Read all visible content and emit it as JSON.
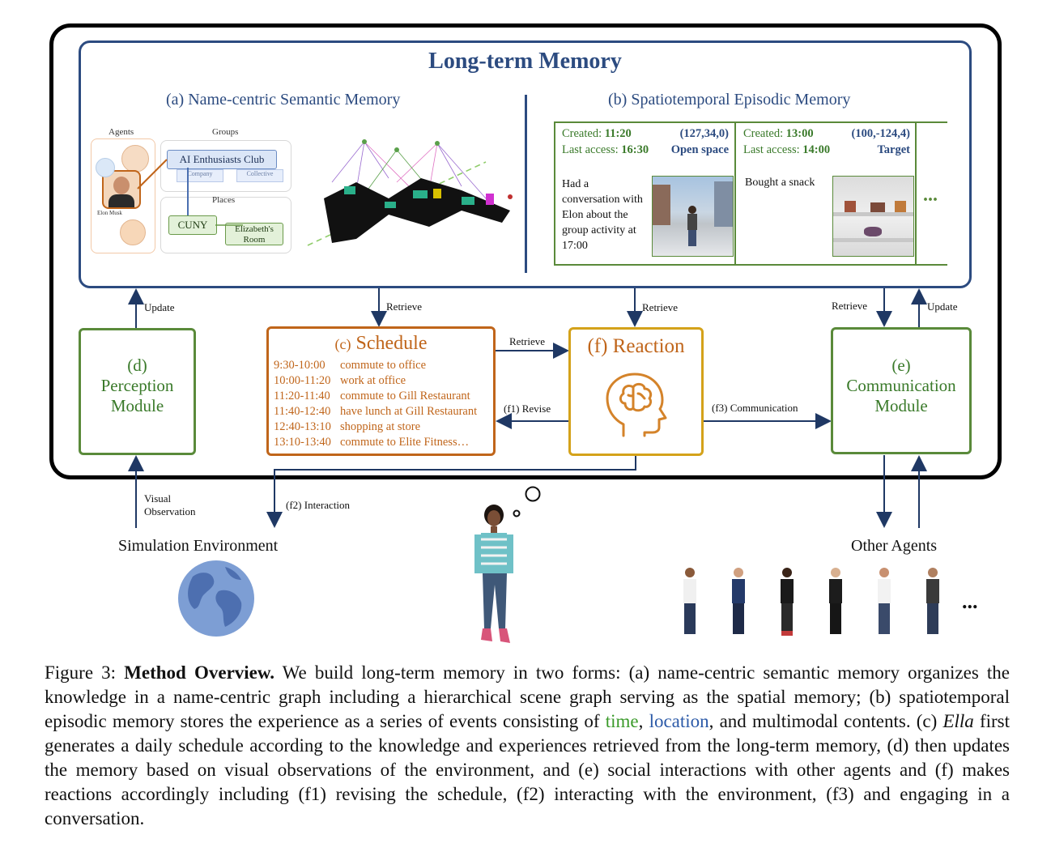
{
  "long_term_memory": {
    "title": "Long-term Memory",
    "semantic": {
      "heading": "(a) Name-centric Semantic Memory",
      "graph": {
        "agents_label": "Agents",
        "groups_label": "Groups",
        "places_label": "Places",
        "person_label": "Elon Musk",
        "club": "AI Enthusiasts Club",
        "company": "Company",
        "collective": "Collective",
        "cuny": "CUNY",
        "room": "Elizabeth's Room"
      }
    },
    "episodic": {
      "heading": "(b) Spatiotemporal Episodic Memory",
      "events": [
        {
          "created_label": "Created:",
          "created": "11:20",
          "access_label": "Last access:",
          "access": "16:30",
          "location": "(127,34,0)",
          "place": "Open space",
          "content": "Had a conversation with Elon about the group activity at 17:00"
        },
        {
          "created_label": "Created:",
          "created": "13:00",
          "access_label": "Last access:",
          "access": "14:00",
          "location": "(100,-124,4)",
          "place": "Target",
          "content": "Bought a snack"
        }
      ],
      "more": "..."
    }
  },
  "modules": {
    "perception": {
      "letter": "(d)",
      "line1": "Perception",
      "line2": "Module"
    },
    "communication": {
      "letter": "(e)",
      "line1": "Communication",
      "line2": "Module"
    },
    "reaction": {
      "title": "(f) Reaction"
    },
    "schedule": {
      "title_prefix": "(c)",
      "title": "Schedule",
      "items": [
        {
          "time": "9:30-10:00",
          "activity": "commute to office"
        },
        {
          "time": "10:00-11:20",
          "activity": "work at office"
        },
        {
          "time": "11:20-11:40",
          "activity": "commute to Gill Restaurant"
        },
        {
          "time": "11:40-12:40",
          "activity": "have lunch at Gill Restaurant"
        },
        {
          "time": "12:40-13:10",
          "activity": "shopping at store"
        },
        {
          "time": "13:10-13:40",
          "activity": "commute to Elite Fitness…"
        }
      ]
    }
  },
  "arrows": {
    "update_left": "Update",
    "retrieve_schedule": "Retrieve",
    "retrieve_reaction": "Retrieve",
    "retrieve_comm": "Retrieve",
    "update_right": "Update",
    "schedule_to_reaction": "Retrieve",
    "revise": "(f1) Revise",
    "communication": "(f3) Communication",
    "visual_obs_1": "Visual",
    "visual_obs_2": "Observation",
    "interaction": "(f2) Interaction"
  },
  "environment": {
    "sim_label": "Simulation Environment",
    "other_agents": "Other Agents",
    "more": "..."
  },
  "caption": {
    "fig": "Figure 3:",
    "bold": "Method Overview.",
    "p1": " We build long-term memory in two forms: (a) name-centric semantic memory organizes the knowledge in a name-centric graph including a hierarchical scene graph serving as the spatial memory; (b) spatiotemporal episodic memory stores the experience as a series of events consisting of ",
    "time": "time",
    "comma": ",",
    "location": "location",
    "p2": ", and multimodal contents. (c) ",
    "ella": "Ella",
    "p3": " first generates a daily schedule according to the knowledge and experiences retrieved from the long-term memory, (d) then updates the memory based on visual observations of the environment, and (e) social interactions with other agents and (f) makes reactions accordingly including (f1) revising the schedule, (f2) interacting with the environment, (f3) and engaging in a conversation."
  },
  "colors": {
    "memory_blue": "#2c4b80",
    "module_green": "#5a8a3a",
    "schedule_orange": "#c0651a",
    "reaction_gold": "#d4a21a"
  }
}
